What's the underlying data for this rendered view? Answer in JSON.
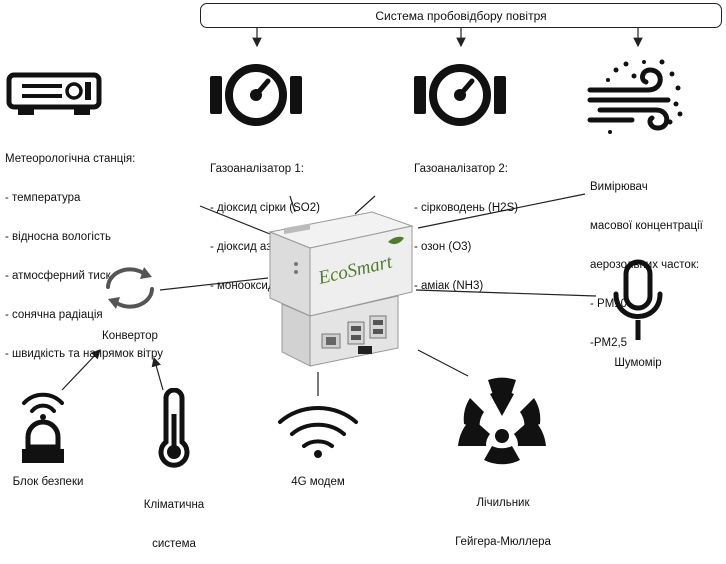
{
  "sampling_system": "Система пробовідбору повітря",
  "weather_station": {
    "title": "Метеорологічна станція:",
    "items": [
      "- температура",
      "- відносна вологість",
      "- атмосферний тиск",
      "- сонячна радіація",
      "- швидкість та напрямок вітру"
    ]
  },
  "gas_analyzer_1": {
    "title": "Газоаналізатор 1:",
    "items": [
      "- діоксид сірки (SO2)",
      "- діоксид азоту (NO2)",
      "- монооксид вуглецю (CO)"
    ]
  },
  "gas_analyzer_2": {
    "title": "Газоаналізатор 2:",
    "items": [
      "- сірководень (H2S)",
      "- озон (O3)",
      "- аміак (NH3)"
    ]
  },
  "aerosol_meter": {
    "title_lines": [
      "Вимірювач",
      "масової концентрації",
      "аерозольних часток:"
    ],
    "items": [
      "- PM10",
      "-PM2,5"
    ]
  },
  "converter": "Конвертор",
  "noise_meter": "Шумомір",
  "security_unit": "Блок безпеки",
  "climate_system": [
    "Кліматична",
    "система"
  ],
  "modem": "4G модем",
  "geiger_counter": [
    "Лічильник",
    "Гейгера-Мюллера"
  ],
  "device_brand": "EcoSmart",
  "colors": {
    "line": "#222222",
    "device_body": "#e9e9e9",
    "brand_green": "#4f7d2e"
  }
}
